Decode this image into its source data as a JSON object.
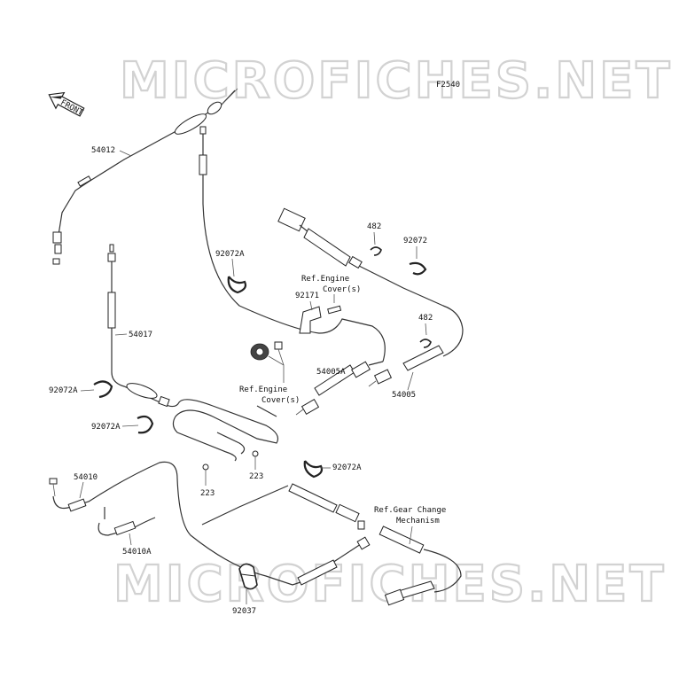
{
  "watermark": "MICROFICHES.NET",
  "figure_code": "F2540",
  "front_label": "FRONT",
  "parts": {
    "p54012": "54012",
    "p54017": "54017",
    "p92072A_1": "92072A",
    "p92072A_2": "92072A",
    "p92072A_3": "92072A",
    "p92072A_4": "92072A",
    "p92072": "92072",
    "p482_1": "482",
    "p482_2": "482",
    "p92171": "92171",
    "p54005A": "54005A",
    "p54005": "54005",
    "p223_1": "223",
    "p223_2": "223",
    "p54010": "54010",
    "p54010A": "54010A",
    "p92037": "92037"
  },
  "refs": {
    "engine_cover_1_line1": "Ref.Engine",
    "engine_cover_1_line2": "Cover(s)",
    "engine_cover_2_line1": "Ref.Engine",
    "engine_cover_2_line2": "Cover(s)",
    "gear_change_line1": "Ref.Gear Change",
    "gear_change_line2": "Mechanism"
  }
}
